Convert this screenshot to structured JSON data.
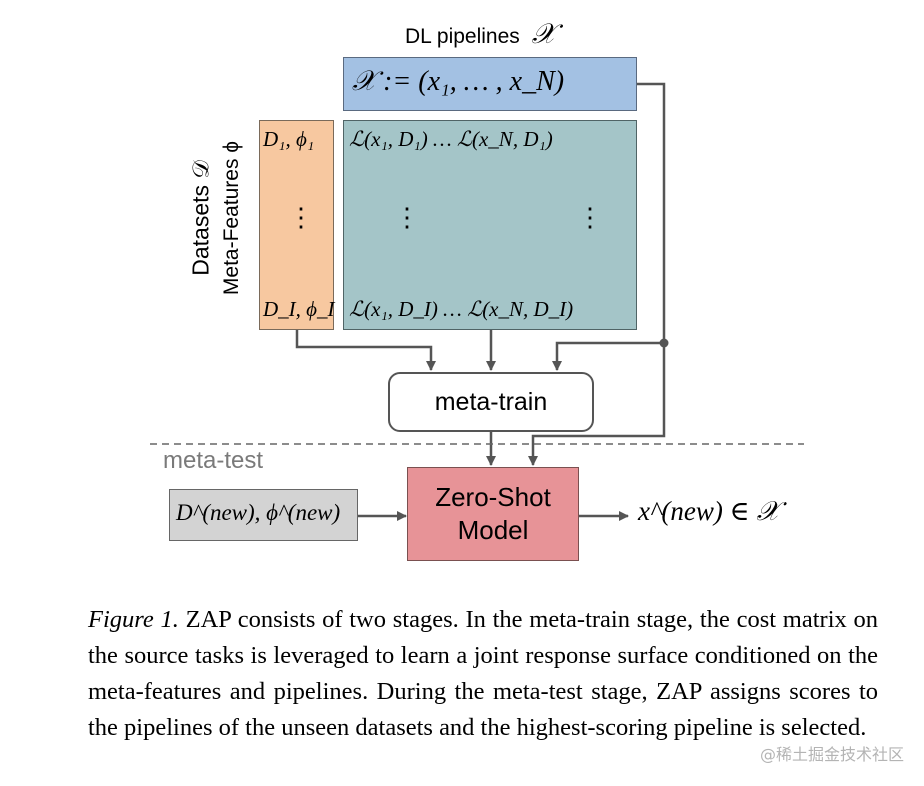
{
  "diagram": {
    "pipelines_label": "DL pipelines",
    "pipelines_symbol": "𝒳",
    "pipeline_set": "𝒳 := (x₁, … , x_N)",
    "datasets_label": "Datasets 𝒟",
    "metafeatures_label": "Meta-Features ϕ",
    "dataset_row_first": "D₁, ϕ₁",
    "dataset_row_last": "D_I, ϕ_I",
    "cost_row_first": "ℒ(x₁, D₁) … ℒ(x_N, D₁)",
    "cost_row_last": "ℒ(x₁, D_I) … ℒ(x_N, D_I)",
    "vdots": "⋮",
    "meta_train_label": "meta-train",
    "meta_test_label": "meta-test",
    "new_input": "D^(new), ϕ^(new)",
    "model_label_line1": "Zero-Shot",
    "model_label_line2": "Model",
    "output": "x^(new) ∈ 𝒳",
    "colors": {
      "pipeline_box": "#a3c1e3",
      "dataset_box": "#f7c8a0",
      "cost_box": "#a4c5c8",
      "input_box": "#d3d3d3",
      "model_box": "#e79397",
      "arrow": "#555555"
    }
  },
  "caption": {
    "label": "Figure 1.",
    "text": "ZAP consists of two stages. In the meta-train stage, the cost matrix on the source tasks is leveraged to learn a joint response surface conditioned on the meta-features and pipelines. During the meta-test stage, ZAP assigns scores to the pipelines of the unseen datasets and the highest-scoring pipeline is selected."
  },
  "watermark": "@稀土掘金技术社区"
}
